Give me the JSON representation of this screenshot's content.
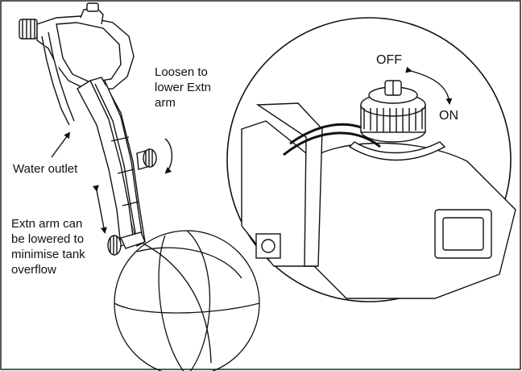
{
  "labels": {
    "loosen": "Loosen to\nlower Extn\narm",
    "water_outlet": "Water outlet",
    "extn_arm": "Extn arm can\nbe lowered to\nminimise tank\noverflow",
    "off": "OFF",
    "on": "ON"
  },
  "icons": [
    "float-valve-drawing",
    "float-ball-icon",
    "adjustment-knob-icon",
    "rotation-arrow-icon",
    "double-arrow-icon",
    "pointer-arrow-icon",
    "magnifier-circle"
  ],
  "colors": {
    "line": "#111111",
    "background": "#ffffff",
    "frame": "#222222"
  }
}
